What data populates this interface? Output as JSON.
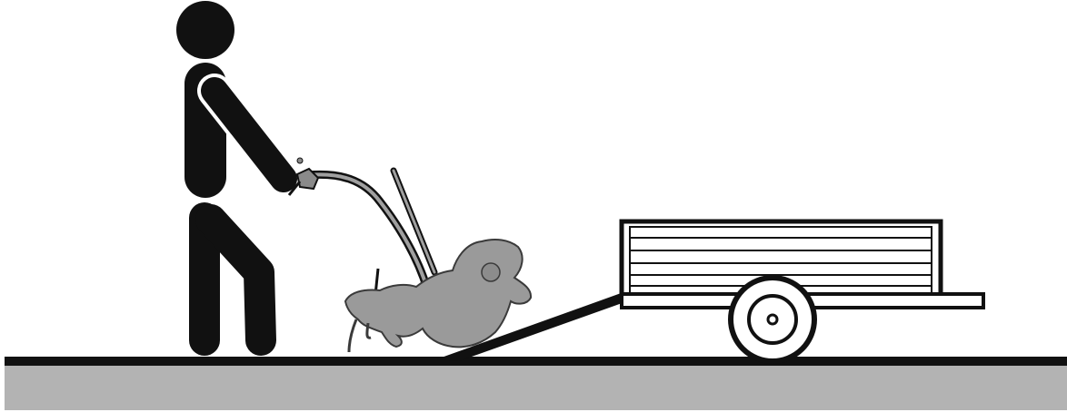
{
  "illustration": {
    "palette": {
      "background": "#ffffff",
      "ink": "#111111",
      "tiller_fill": "#9a9a9a",
      "ground_fill": "#b3b3b3"
    },
    "elements": [
      "person-figure",
      "tiller",
      "loading-ramp",
      "utility-trailer",
      "ground"
    ]
  }
}
